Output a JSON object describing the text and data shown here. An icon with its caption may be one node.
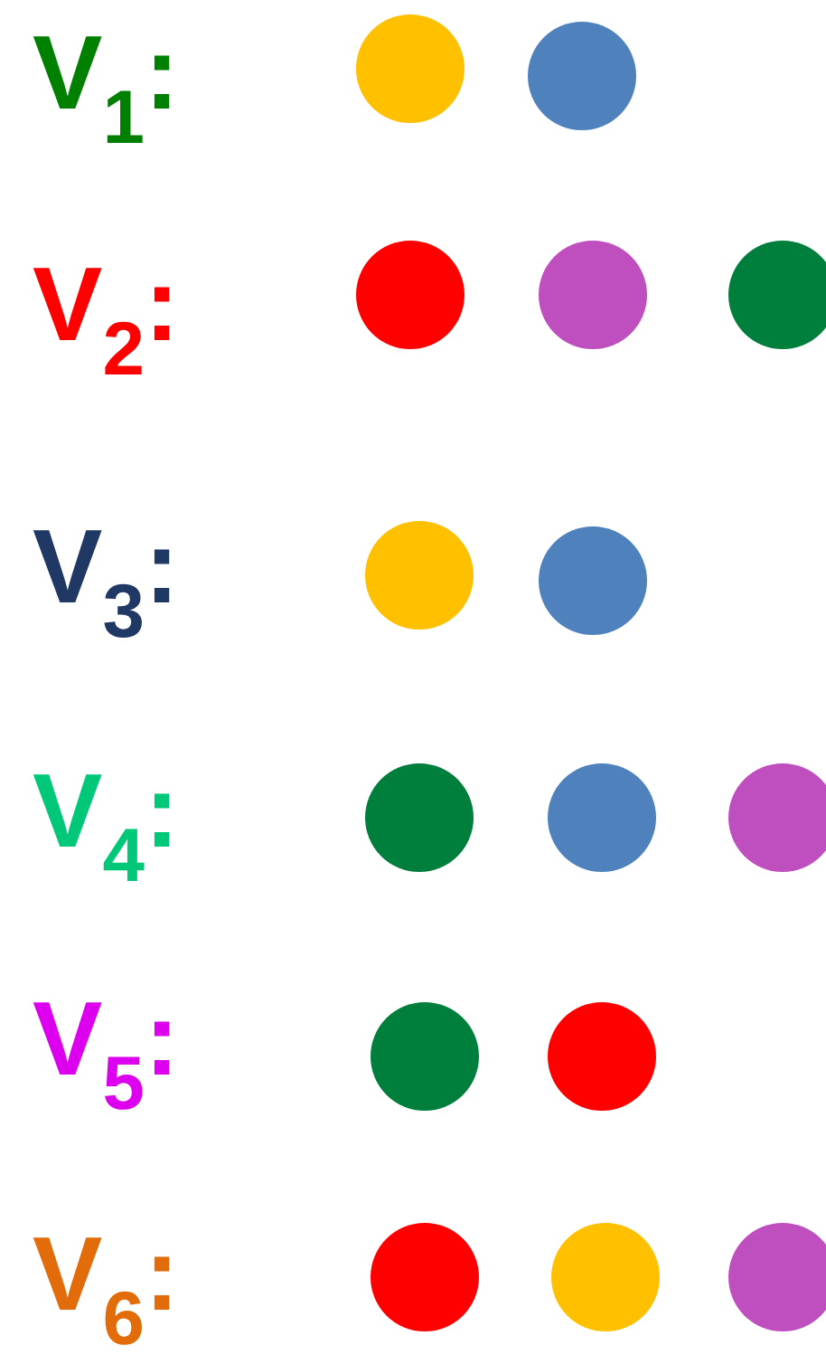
{
  "diagram": {
    "nodes": [
      {
        "text": [],
        "shape": "circle"
      },
      {
        "text": [],
        "shape": "circle"
      },
      {
        "text": [],
        "shape": "circle"
      },
      {
        "text": [],
        "shape": "circle"
      },
      {
        "text": [],
        "shape": "circle"
      },
      {
        "text": [],
        "shape": "circle"
      },
      {
        "text": [],
        "shape": "circle"
      },
      {
        "text": [],
        "shape": "circle"
      },
      {
        "text": [],
        "shape": "circle"
      },
      {
        "text": [],
        "shape": "circle"
      },
      {
        "text": [],
        "shape": "circle"
      },
      {
        "text": [],
        "shape": "circle"
      },
      {
        "text": [],
        "shape": "circle"
      },
      {
        "text": [],
        "shape": "circle"
      },
      {
        "text": [],
        "shape": "circle"
      }
    ],
    "labels": [
      "V$_{1}$:",
      "V$_{2}$:",
      "V$_{3}$:",
      "V$_{4}$:",
      "V$_{5}$:",
      "V$_{6}$:"
    ]
  }
}
